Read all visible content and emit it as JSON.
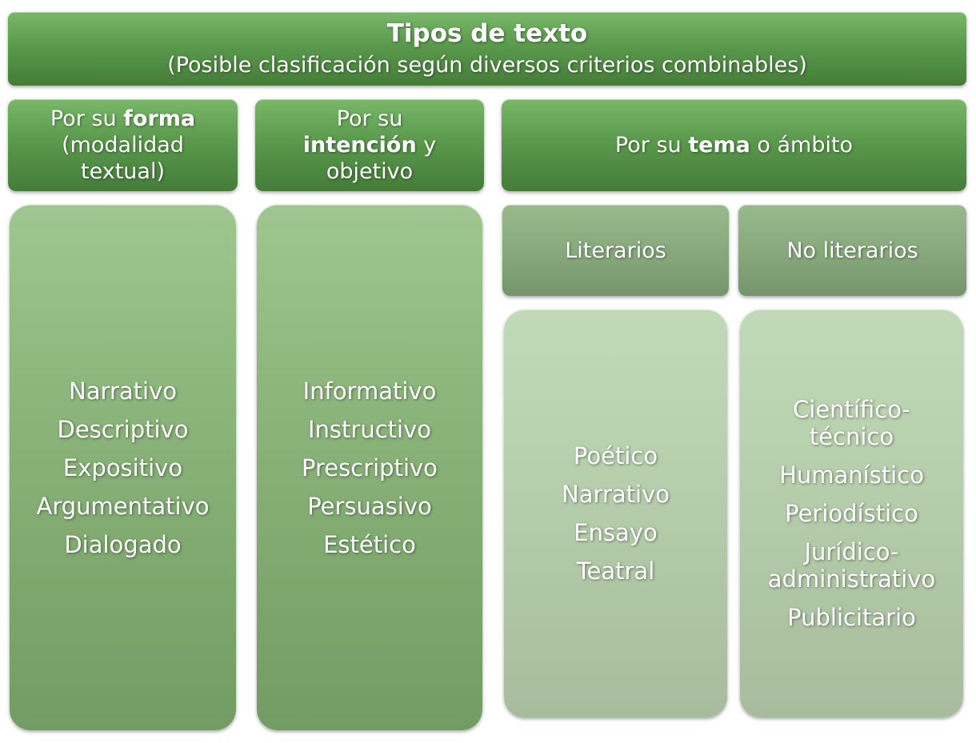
{
  "title": {
    "main": "Tipos de texto",
    "subtitle": "(Posible clasificación según diversos criterios combinables)"
  },
  "headers": {
    "forma": {
      "pre": "Por su ",
      "bold": "forma",
      "line2": "(modalidad",
      "line3": "textual)"
    },
    "intencion": {
      "line1": "Por su",
      "bold": "intención",
      "post": " y",
      "line3": "objetivo"
    },
    "tema": {
      "pre": "Por su ",
      "bold": "tema",
      "post": " o ámbito"
    }
  },
  "subheaders": {
    "literarios": "Literarios",
    "no_literarios": "No literarios"
  },
  "lists": {
    "forma": [
      "Narrativo",
      "Descriptivo",
      "Expositivo",
      "Argumentativo",
      "Dialogado"
    ],
    "intencion": [
      "Informativo",
      "Instructivo",
      "Prescriptivo",
      "Persuasivo",
      "Estético"
    ],
    "literarios": [
      "Poético",
      "Narrativo",
      "Ensayo",
      "Teatral"
    ],
    "no_literarios": [
      "Científico-",
      "técnico",
      "Humanístico",
      "Periodístico",
      "Jurídico-",
      "administrativo",
      "Publicitario"
    ]
  },
  "colors": {
    "header_green": "#5b9a4d",
    "list_green": "#8ab47a",
    "light_green": "#b4cca9",
    "text": "#ffffff"
  }
}
